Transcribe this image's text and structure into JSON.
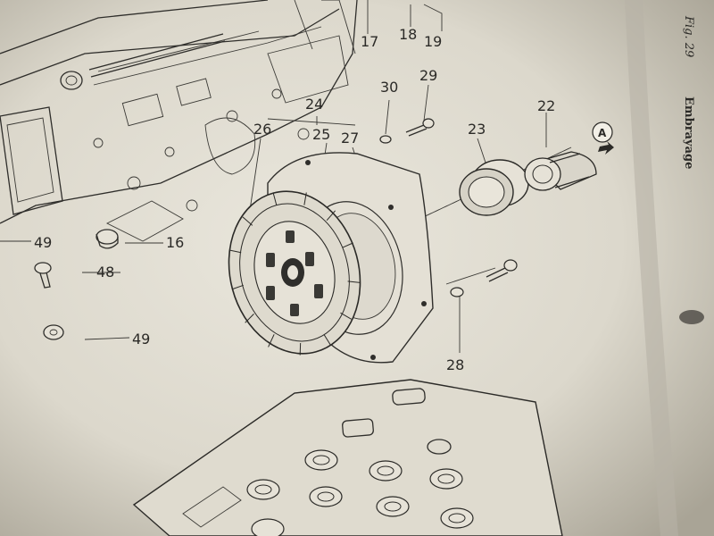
{
  "colors": {
    "paper": "#e3dfd4",
    "ink": "#2b2a27",
    "shadow": "#8d887c"
  },
  "side_caption": {
    "figure": "Fig. 29",
    "title": "Embrayage"
  },
  "callouts": [
    {
      "id": "c17",
      "text": "17"
    },
    {
      "id": "c18",
      "text": "18"
    },
    {
      "id": "c19",
      "text": "19"
    },
    {
      "id": "c30",
      "text": "30"
    },
    {
      "id": "c29",
      "text": "29"
    },
    {
      "id": "c24",
      "text": "24"
    },
    {
      "id": "c26",
      "text": "26"
    },
    {
      "id": "c25",
      "text": "25"
    },
    {
      "id": "c27",
      "text": "27"
    },
    {
      "id": "c23",
      "text": "23"
    },
    {
      "id": "c22",
      "text": "22"
    },
    {
      "id": "c16",
      "text": "16"
    },
    {
      "id": "c48",
      "text": "48"
    },
    {
      "id": "c49a",
      "text": "49"
    },
    {
      "id": "c49b",
      "text": "49"
    },
    {
      "id": "c28",
      "text": "28"
    }
  ],
  "marker": {
    "text": "A"
  }
}
